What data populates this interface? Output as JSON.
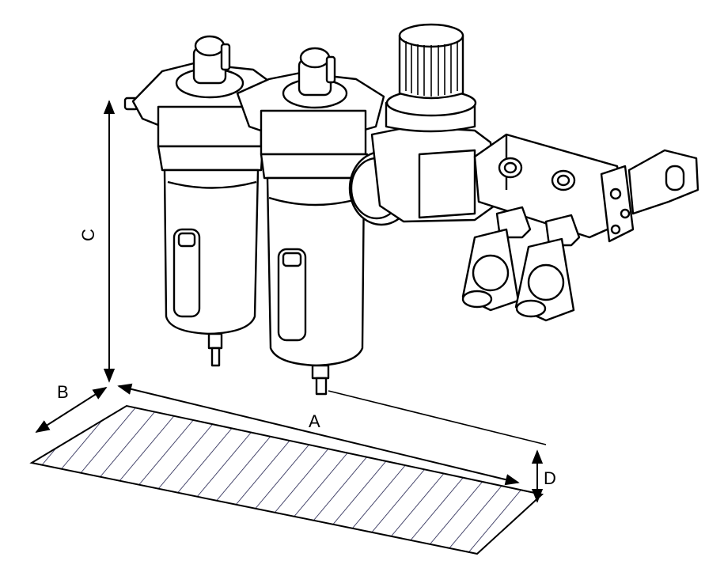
{
  "dimensions": {
    "a_label": "A",
    "b_label": "B",
    "c_label": "C",
    "d_label": "D"
  },
  "components": {
    "filter_1": "filter-bowl",
    "filter_2": "coalescing-filter-bowl",
    "regulator": "pressure-regulator",
    "manifold": "outlet-manifold",
    "valves": "ball-valve"
  },
  "colors": {
    "line": "#000000",
    "hatch": "#1b1b4a",
    "background": "#ffffff"
  }
}
